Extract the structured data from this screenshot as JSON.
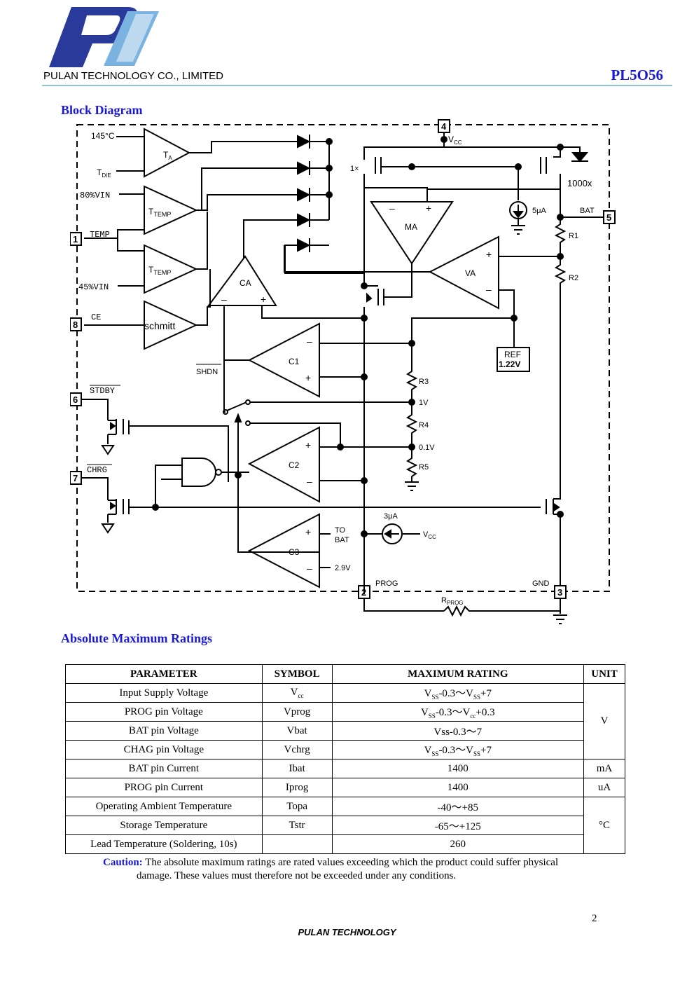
{
  "header": {
    "company": "PULAN TECHNOLOGY CO., LIMITED",
    "part_number": "PL5O56"
  },
  "block_diagram": {
    "title": "Block Diagram",
    "labels": {
      "t145": "145°C",
      "tdie": "T",
      "tdie_sub": "DIE",
      "vin80": "80%VIN",
      "temp": "TEMP",
      "vin45": "45%VIN",
      "ce": "CE",
      "stdby": "STDBY",
      "chrg": "CHRG",
      "shdn": "SHDN",
      "ta": "T",
      "ta_sub": "A",
      "ttemp": "T",
      "ttemp_sub": "TEMP",
      "schmitt": "schmitt",
      "ca": "CA",
      "ma": "MA",
      "va": "VA",
      "c1": "C1",
      "c2": "C2",
      "c3": "C3",
      "ref_line1": "REF",
      "ref_line2": "1.22V",
      "vcc": "V",
      "vcc_sub": "CC",
      "one_x": "1×",
      "thousand_x": "1000x",
      "five_ua": "5μA",
      "three_ua": "3μA",
      "bat": "BAT",
      "r1": "R1",
      "r2": "R2",
      "r3": "R3",
      "r4": "R4",
      "r5": "R5",
      "v1": "1V",
      "v01": "0.1V",
      "to": "TO",
      "bat2": "BAT",
      "v29": "2.9V",
      "prog": "PROG",
      "gnd": "GND",
      "rprog": "R",
      "rprog_sub": "PROG",
      "pin1": "1",
      "pin2": "2",
      "pin3": "3",
      "pin4": "4",
      "pin5": "5",
      "pin6": "6",
      "pin7": "7",
      "pin8": "8"
    }
  },
  "ratings": {
    "title": "Absolute Maximum Ratings",
    "headers": [
      "PARAMETER",
      "SYMBOL",
      "MAXIMUM RATING",
      "UNIT"
    ],
    "rows": [
      {
        "param": "Input Supply Voltage",
        "sym": "V",
        "sym_sub": "cc",
        "rating": "V<sub>SS</sub>-0.3～V<sub>SS</sub>+7"
      },
      {
        "param": "PROG pin Voltage",
        "sym": "Vprog",
        "rating": "V<sub>SS</sub>-0.3～V<sub>cc</sub>+0.3"
      },
      {
        "param": "BAT pin Voltage",
        "sym": "Vbat",
        "rating": "Vss-0.3～7"
      },
      {
        "param": "CHAG pin Voltage",
        "sym": "Vchrg",
        "rating": "V<sub>SS</sub>-0.3～V<sub>SS</sub>+7"
      },
      {
        "param": "BAT pin Current",
        "sym": "Ibat",
        "rating": "1400",
        "unit": "mA"
      },
      {
        "param": "PROG pin Current",
        "sym": "Iprog",
        "rating": "1400",
        "unit": "uA"
      },
      {
        "param": "Operating Ambient Temperature",
        "sym": "Topa",
        "rating": "-40～+85"
      },
      {
        "param": "Storage Temperature",
        "sym": "Tstr",
        "rating": "-65～+125"
      },
      {
        "param": "Lead Temperature (Soldering, 10s)",
        "sym": "",
        "rating": "260"
      }
    ],
    "unit_v": "V",
    "unit_c": "°C"
  },
  "caution": {
    "label": "Caution:",
    "line1": " The absolute maximum ratings are rated values exceeding which the product could suffer physical",
    "line2": "damage. These values must therefore not be exceeded under any conditions."
  },
  "footer": {
    "page": "2",
    "company": "PULAN TECHNOLOGY"
  },
  "colors": {
    "accent": "#1a1ad6",
    "logo": "#2a3a9a",
    "rule": "#8fc4d6"
  }
}
